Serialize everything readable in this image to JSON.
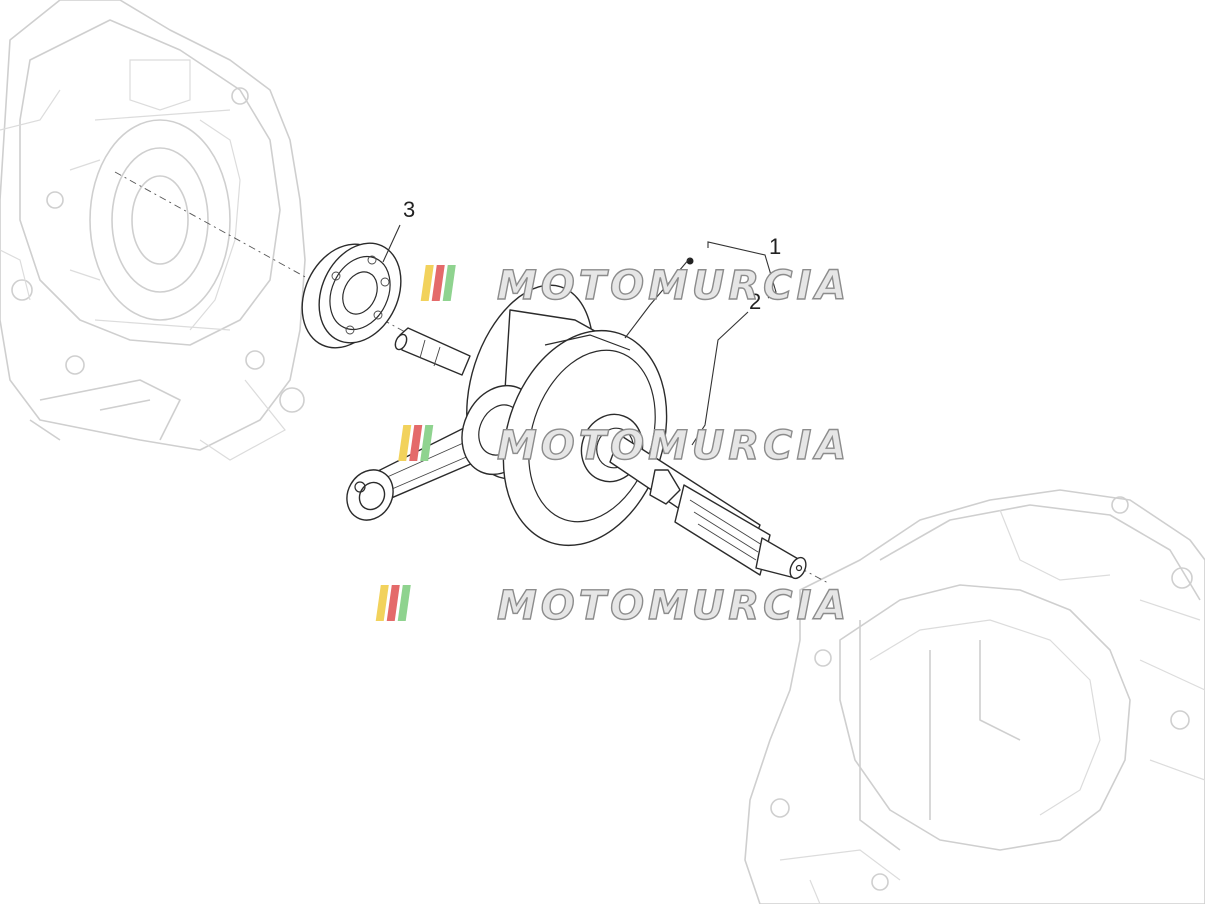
{
  "callouts": [
    {
      "id": "1",
      "label": "1"
    },
    {
      "id": "2",
      "label": "2"
    },
    {
      "id": "3",
      "label": "3"
    }
  ],
  "watermark": {
    "text": "MOTOMURCIA",
    "stripe_colors": [
      "#f2d25c",
      "#e46a6a",
      "#8fd38f"
    ]
  }
}
